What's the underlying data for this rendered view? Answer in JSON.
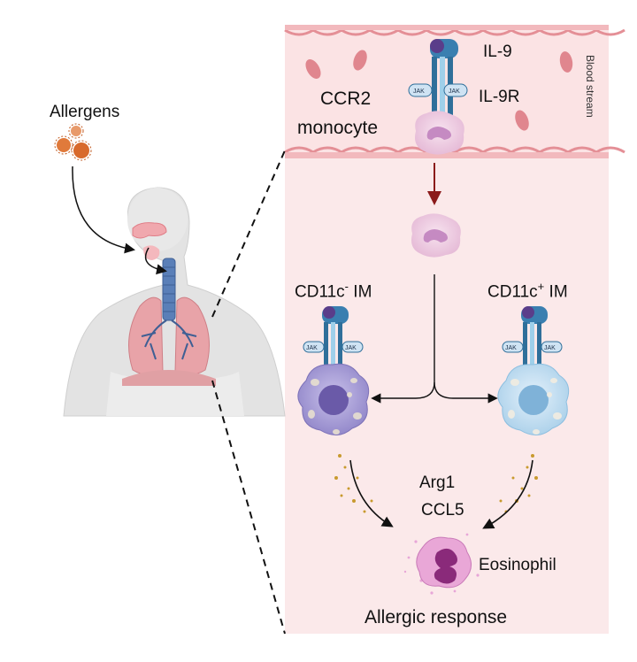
{
  "labels": {
    "allergens": "Allergens",
    "il9": "IL-9",
    "il9r": "IL-9R",
    "ccr2": "CCR2",
    "monocyte": "monocyte",
    "blood_stream": "Blood stream",
    "cd11c": "CD11c",
    "minus": "-",
    "plus": "+",
    "im": "IM",
    "jak": "JAK",
    "arg1": "Arg1",
    "ccl5": "CCL5",
    "eosinophil": "Eosinophil",
    "allergic_response": "Allergic response"
  },
  "colors": {
    "panel_bg": "#fbe9ea",
    "vessel_bg": "#f9dfe0",
    "vessel_border": "#e79aa0",
    "rbc": "#e0868e",
    "receptor_blue": "#2f6f9a",
    "receptor_purple": "#5a3d8a",
    "monocyte_fill": "#f3d2e4",
    "monocyte_nucleus": "#c58ac2",
    "macrophage_minus": "#b3a9da",
    "macrophage_plus": "#cfe4f4",
    "eosinophil": "#d36bbd",
    "granules": "#c89a2e",
    "arrow_red": "#8b1a1a"
  }
}
